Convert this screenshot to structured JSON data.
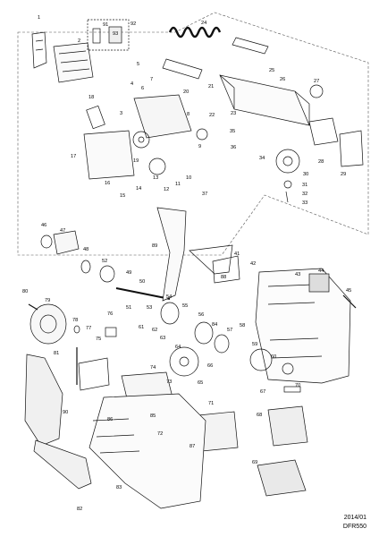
{
  "diagram": {
    "date": "2014/01",
    "model": "DFR550",
    "part_numbers": [
      "1",
      "2",
      "3",
      "4",
      "5",
      "6",
      "7",
      "8",
      "9",
      "10",
      "11",
      "12",
      "13",
      "14",
      "15",
      "16",
      "17",
      "18",
      "19",
      "20",
      "21",
      "22",
      "23",
      "24",
      "25",
      "26",
      "27",
      "28",
      "29",
      "30",
      "31",
      "32",
      "33",
      "34",
      "35",
      "36",
      "37",
      "41",
      "42",
      "43",
      "44",
      "45",
      "46",
      "47",
      "48",
      "49",
      "50",
      "51",
      "52",
      "53",
      "54",
      "55",
      "56",
      "57",
      "58",
      "59",
      "60",
      "61",
      "62",
      "63",
      "64",
      "65",
      "66",
      "67",
      "68",
      "69",
      "70",
      "71",
      "72",
      "73",
      "74",
      "75",
      "76",
      "77",
      "78",
      "79",
      "80",
      "81",
      "82",
      "83",
      "84",
      "85",
      "86",
      "87",
      "88",
      "89",
      "90",
      "91",
      "92",
      "93"
    ]
  }
}
